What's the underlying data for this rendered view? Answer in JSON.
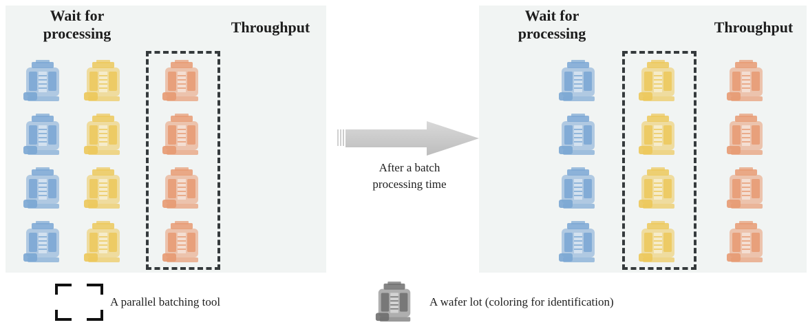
{
  "left_panel": {
    "wait_label": "Wait for\nprocessing",
    "throughput_label": "Throughput"
  },
  "right_panel": {
    "wait_label": "Wait for\nprocessing",
    "throughput_label": "Throughput"
  },
  "arrow_label": "After a batch\nprocessing time",
  "legend": {
    "tool_label": "A parallel batching tool",
    "lot_label": "A wafer lot (coloring for identification)"
  },
  "colors": {
    "blue_lot": "#7aa6d3",
    "yellow_lot": "#ecc85a",
    "orange_lot": "#e79a72",
    "gray_lot": "#6e6e6e",
    "panel_bg": "#f1f4f3",
    "tool_border": "#353a3c",
    "arrow": "#c8c8c8"
  },
  "icons": {
    "lot": "wafer-lot-icon",
    "tool": "dashed-bracket-icon",
    "arrow": "right-arrow-icon"
  }
}
